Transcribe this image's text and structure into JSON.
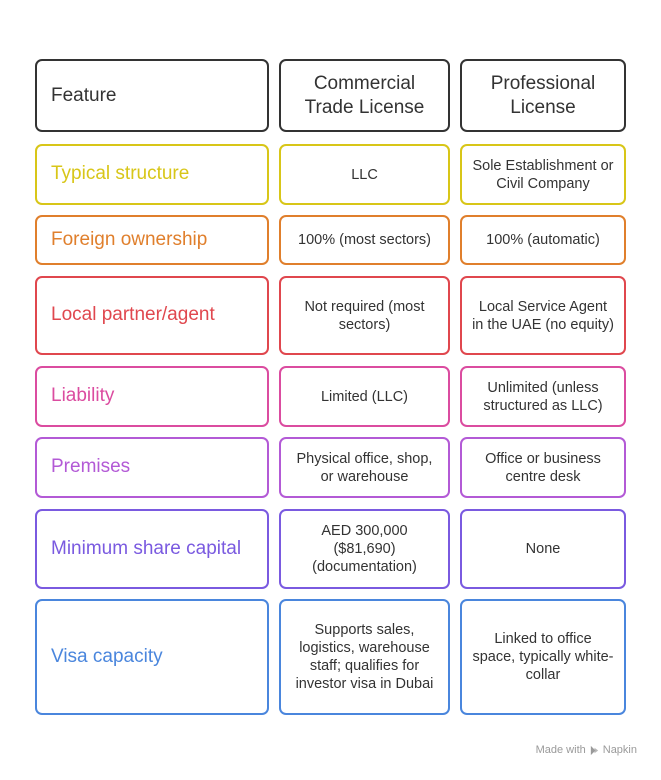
{
  "header": {
    "feature": "Feature",
    "commercial": "Commercial Trade License",
    "professional": "Professional License"
  },
  "rows": [
    {
      "label": "Typical structure",
      "color": "#d8c618",
      "commercial": "LLC",
      "professional": "Sole Establishment or Civil Company"
    },
    {
      "label": "Foreign ownership",
      "color": "#e07f2c",
      "commercial": "100% (most sectors)",
      "professional": "100% (automatic)"
    },
    {
      "label": "Local partner/agent",
      "color": "#e0474e",
      "commercial": "Not required (most sectors)",
      "professional": "Local Service Agent in the UAE (no equity)"
    },
    {
      "label": "Liability",
      "color": "#db4ca0",
      "commercial": "Limited (LLC)",
      "professional": "Unlimited (unless structured as LLC)"
    },
    {
      "label": "Premises",
      "color": "#b35ad6",
      "commercial": "Physical office, shop, or warehouse",
      "professional": "Office or business centre desk"
    },
    {
      "label": "Minimum share capital",
      "color": "#7a5ae0",
      "commercial": "AED 300,000 ($81,690) (documentation)",
      "professional": "None"
    },
    {
      "label": "Visa capacity",
      "color": "#4a86dd",
      "commercial": "Supports sales, logistics, warehouse staff; qualifies for investor visa in Dubai",
      "professional": "Linked to office space, typically white-collar"
    }
  ],
  "footer": {
    "made_with": "Made with",
    "brand": "Napkin",
    "icon": "napkin-logo-icon"
  }
}
